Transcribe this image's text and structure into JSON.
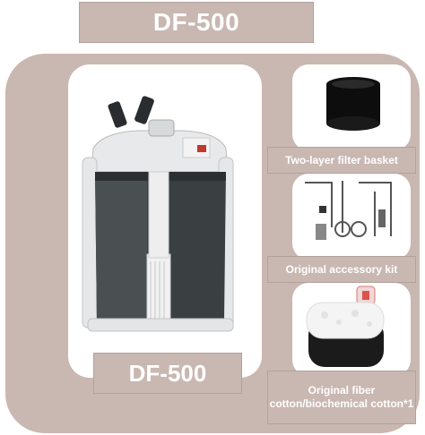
{
  "header": {
    "title": "DF-500"
  },
  "product": {
    "name": "DF-500"
  },
  "accessories": [
    {
      "label": "Two-layer filter basket"
    },
    {
      "label": "Original accessory kit"
    },
    {
      "label": "Original fiber cotton/biochemical cotton*1"
    }
  ],
  "colors": {
    "panel": "#c9b7b1",
    "label_text": "#ffffff",
    "filter_body": "#3a3f42"
  }
}
